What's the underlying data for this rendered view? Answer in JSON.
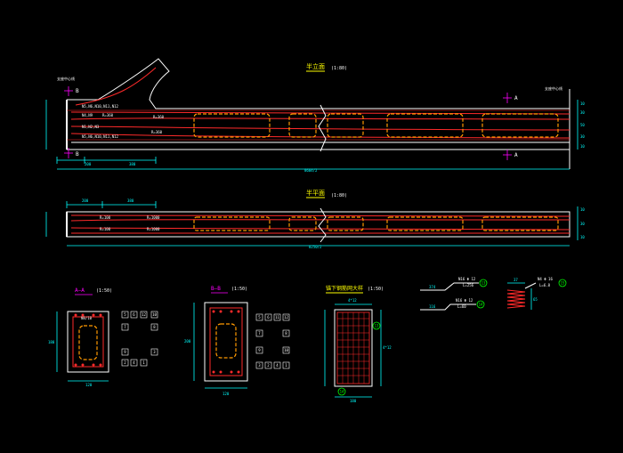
{
  "colors": {
    "background": "#000000",
    "title": "#ffff00",
    "outline": "#ffffff",
    "dimension": "#00ffff",
    "rebar": "#ff2a2a",
    "stirrup": "#ff9900",
    "marker": "#ff00ff",
    "green": "#00ff00"
  },
  "elevation": {
    "title": "半立面",
    "scale": "(1:80)",
    "section_mark_b": "B",
    "section_mark_a": "A",
    "left_notes": [
      "N5,N6,N10,N11,N12",
      "N4,N9",
      "N1,N2,N3",
      "N5,N6,N10,N11,N12"
    ],
    "rebar_labels": [
      "R=360",
      "R=360",
      "R=360"
    ],
    "dims_top": [
      "200",
      "380"
    ],
    "dim_total": "8604/2",
    "right_dims": [
      "10",
      "30",
      "50",
      "30",
      "10"
    ],
    "corner_note": "支座中心线"
  },
  "plan": {
    "title": "半平面",
    "scale": "(1:80)",
    "dims_top": [
      "200",
      "380"
    ],
    "rebar_labels": [
      "R=100",
      "R=1000",
      "R=1000"
    ],
    "dim_total": "8250/2",
    "right_dims": [
      "10",
      "30",
      "10"
    ]
  },
  "section_a": {
    "title": "A—A",
    "scale": "(1:50)",
    "top_label": "N8/10",
    "bottom_dim": "120",
    "left_dim": "180",
    "tags": [
      "5",
      "6",
      "12",
      "10",
      "7",
      "8",
      "9",
      "3",
      "2",
      "4",
      "1"
    ]
  },
  "section_b": {
    "title": "B—B",
    "scale": "(1:50)",
    "bottom_dim": "120",
    "left_dim": "200",
    "tags": [
      "5",
      "6",
      "11",
      "12",
      "7",
      "8",
      "9",
      "10",
      "3",
      "2",
      "4",
      "1"
    ]
  },
  "anchor_detail": {
    "title": "锚下钢筋网大样",
    "scale": "(1:50)",
    "top_dim": "4*12",
    "side_dim": "4*12",
    "bottom_dim": "180",
    "marker_top": "13",
    "marker_bottom": "14"
  },
  "bend_detail": {
    "bar1_label": "N16 Φ 12",
    "bar1_sub": "L=256",
    "bar1_dim": "374",
    "marker1": "13",
    "bar2_label": "N16 Φ 12",
    "bar2_sub": "L=60",
    "bar2_dim": "116",
    "marker2": "14"
  },
  "spring_detail": {
    "label": "N4 Φ 16",
    "sub": "L=6.8",
    "top_dim": "37",
    "side_dim": "65",
    "marker": "15"
  }
}
